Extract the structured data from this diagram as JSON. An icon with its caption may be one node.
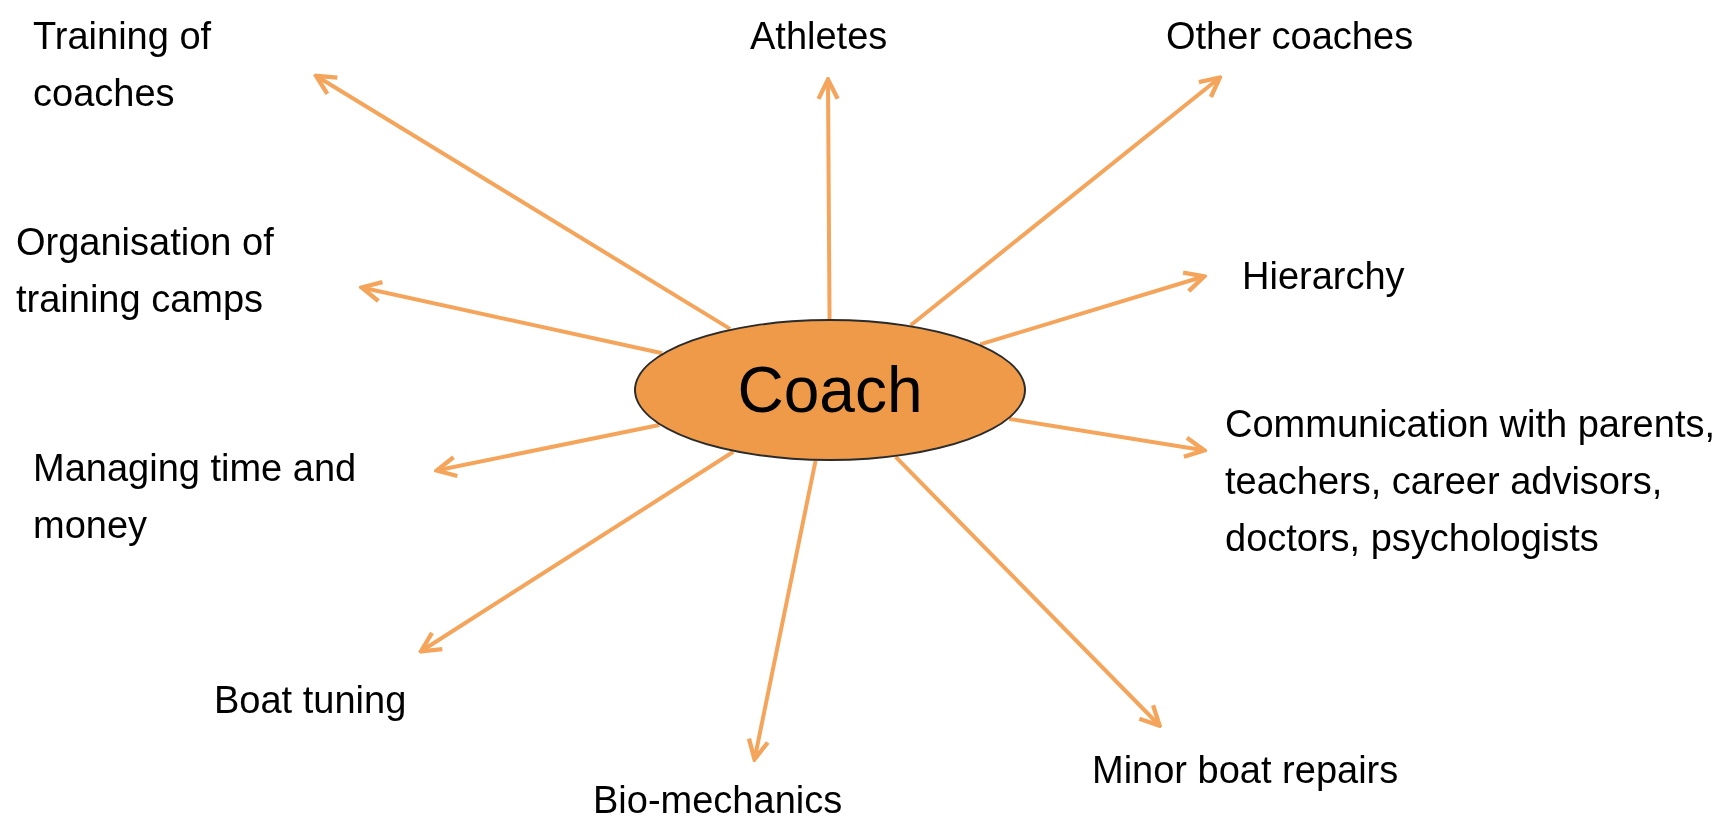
{
  "diagram": {
    "nodes": [
      {
        "text": [
          "Coach"
        ]
      },
      {
        "text": [
          "Training of coaches"
        ]
      },
      {
        "text": [
          "Athletes"
        ]
      },
      {
        "text": [
          "Other coaches"
        ]
      },
      {
        "text": [
          "Organisation of training camps"
        ]
      },
      {
        "text": [
          "Hierarchy"
        ]
      },
      {
        "text": [
          "Managing time and money"
        ]
      },
      {
        "text": [
          "Communication with parents, teachers, career advisors, doctors, psychologists"
        ]
      },
      {
        "text": [
          "Boat tuning"
        ]
      },
      {
        "text": [
          "Bio-mechanics"
        ]
      },
      {
        "text": [
          "Minor boat repairs"
        ]
      }
    ],
    "edges": [
      {
        "from": 0,
        "to": 1,
        "arrow": "to"
      },
      {
        "from": 0,
        "to": 2,
        "arrow": "to"
      },
      {
        "from": 0,
        "to": 3,
        "arrow": "to"
      },
      {
        "from": 0,
        "to": 4,
        "arrow": "to"
      },
      {
        "from": 0,
        "to": 5,
        "arrow": "to"
      },
      {
        "from": 0,
        "to": 6,
        "arrow": "to"
      },
      {
        "from": 0,
        "to": 7,
        "arrow": "to"
      },
      {
        "from": 0,
        "to": 8,
        "arrow": "to"
      },
      {
        "from": 0,
        "to": 9,
        "arrow": "to"
      },
      {
        "from": 0,
        "to": 10,
        "arrow": "to"
      }
    ]
  }
}
